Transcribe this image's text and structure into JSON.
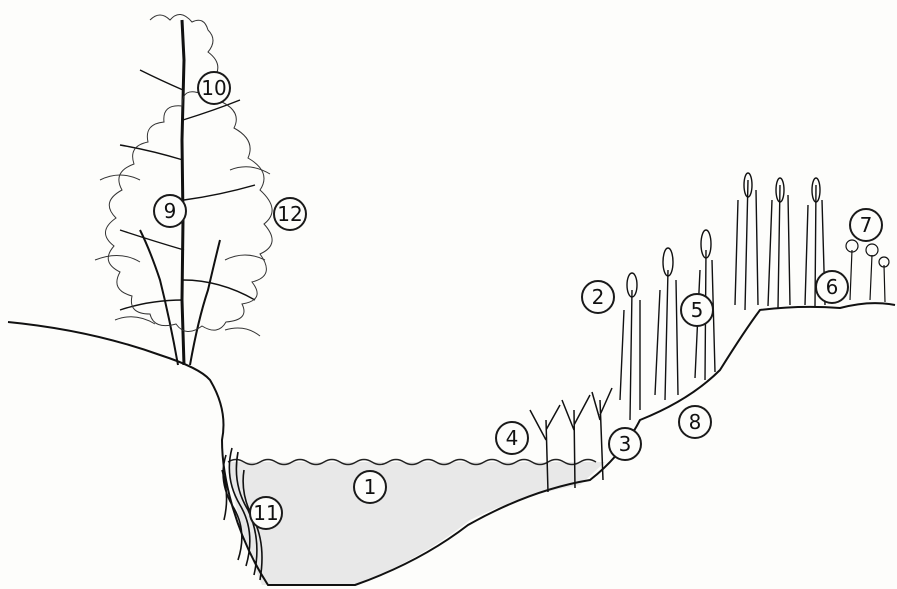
{
  "diagram": {
    "labels": [
      {
        "id": "1",
        "text": "1"
      },
      {
        "id": "2",
        "text": "2"
      },
      {
        "id": "3",
        "text": "3"
      },
      {
        "id": "4",
        "text": "4"
      },
      {
        "id": "5",
        "text": "5"
      },
      {
        "id": "6",
        "text": "6"
      },
      {
        "id": "7",
        "text": "7"
      },
      {
        "id": "8",
        "text": "8"
      },
      {
        "id": "9",
        "text": "9"
      },
      {
        "id": "10",
        "text": "10"
      },
      {
        "id": "11",
        "text": "11"
      },
      {
        "id": "12",
        "text": "12"
      }
    ]
  }
}
